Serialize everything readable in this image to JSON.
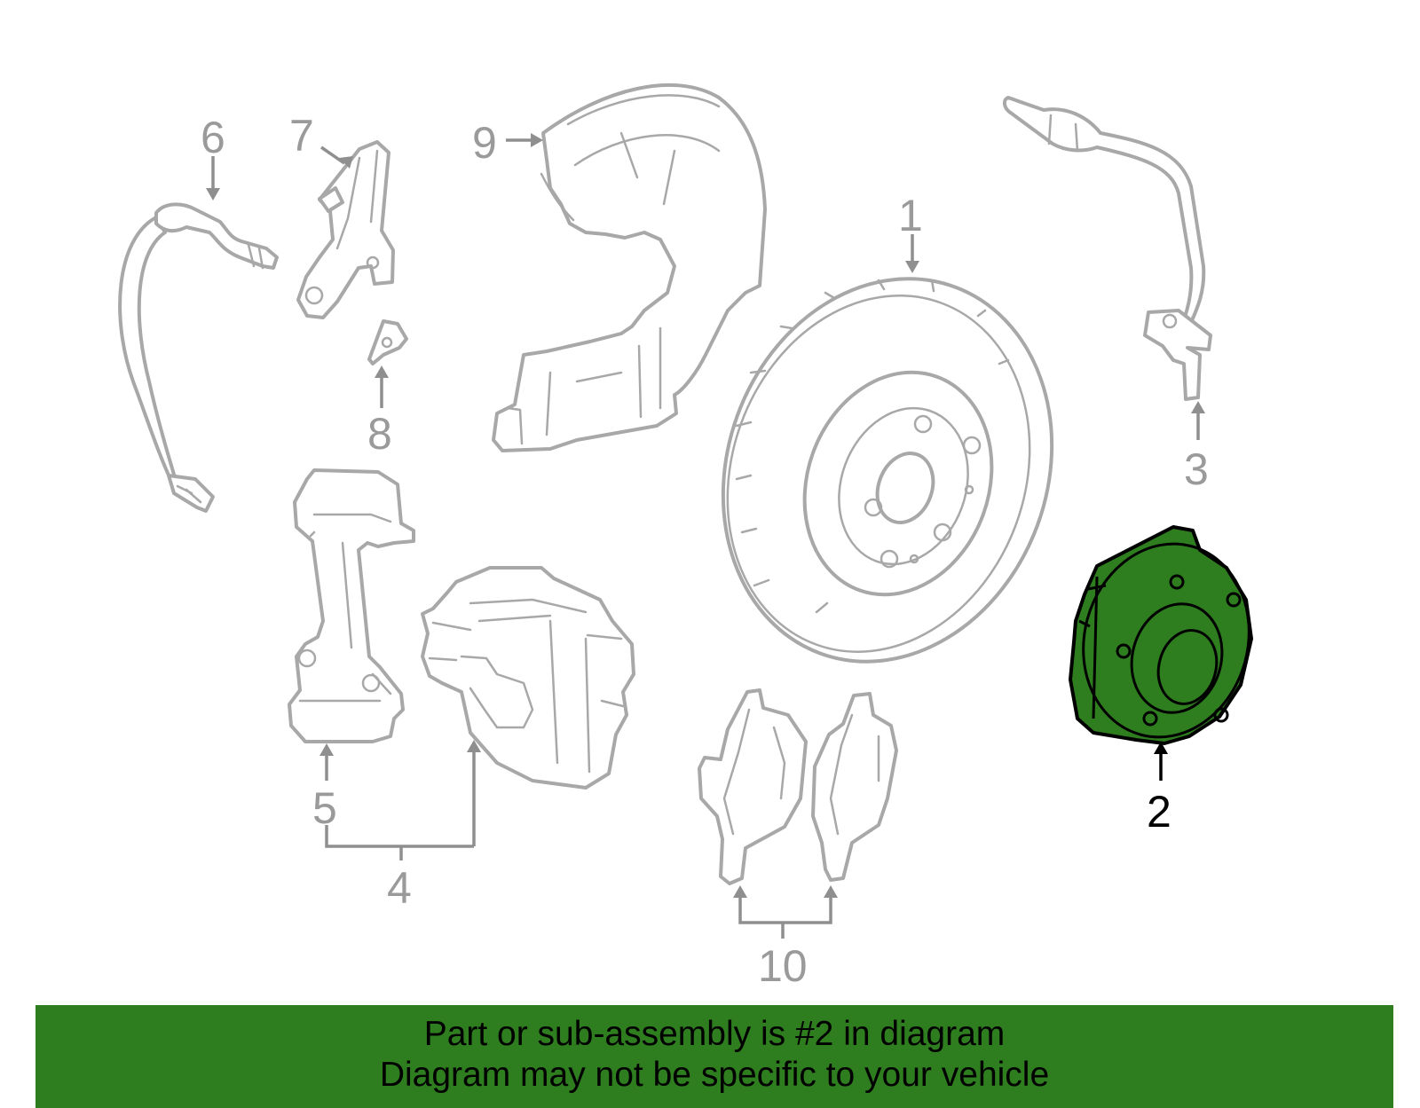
{
  "callouts": {
    "c1": "1",
    "c2": "2",
    "c3": "3",
    "c4": "4",
    "c5": "5",
    "c6": "6",
    "c7": "7",
    "c8": "8",
    "c9": "9",
    "c10": "10"
  },
  "highlighted_part": "2",
  "colors": {
    "highlight": "#2e7d1f",
    "banner": "#2e7d1f",
    "part_outline": "#a8a8a8"
  },
  "banner": {
    "line1": "Part or sub-assembly is #2 in diagram",
    "line2": "Diagram may not be specific to your vehicle"
  }
}
